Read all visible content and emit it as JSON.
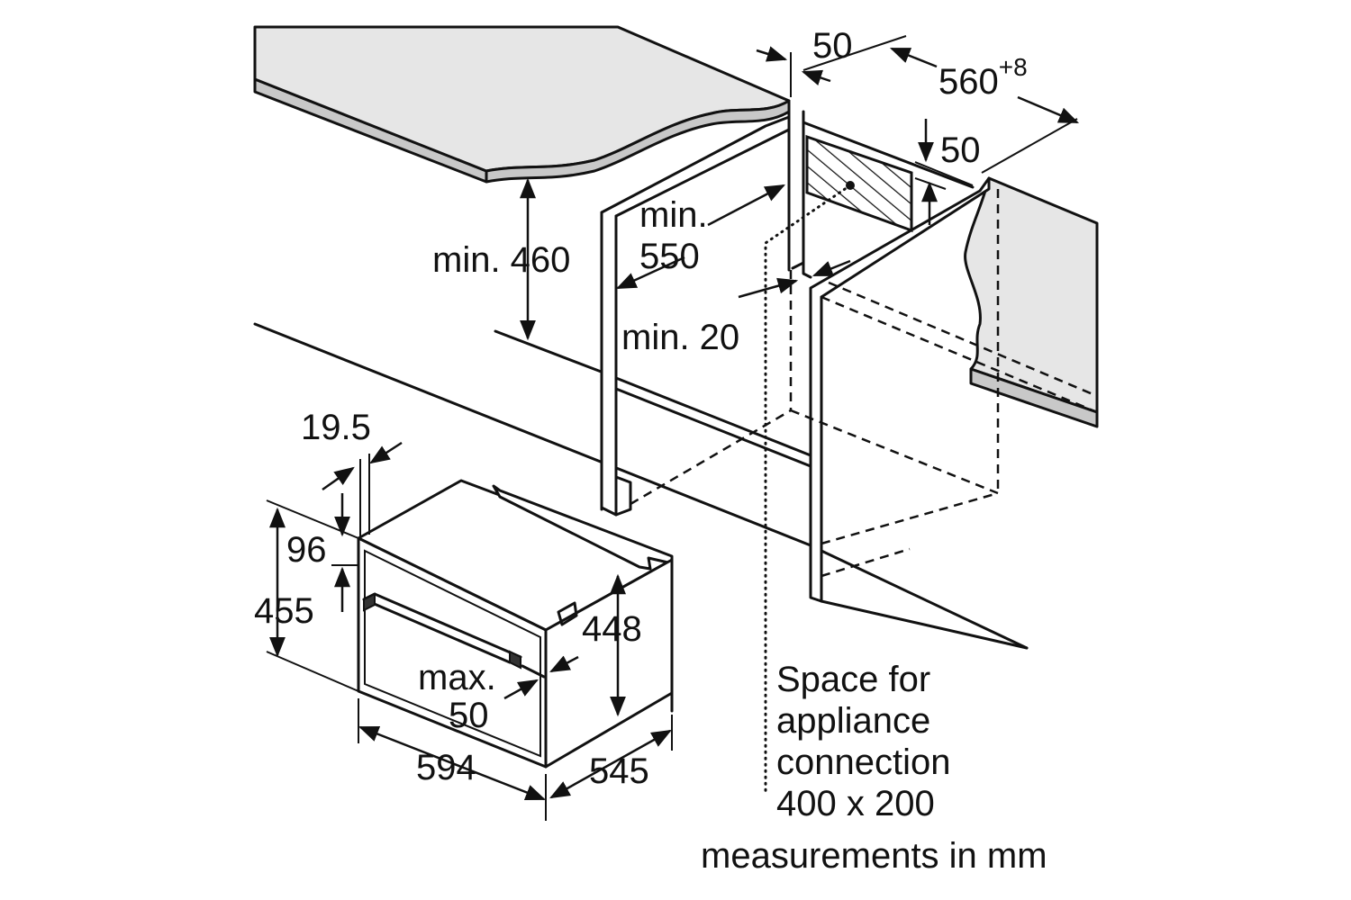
{
  "labels": {
    "w50_top": "50",
    "w560": "560",
    "w560_tol": "+8",
    "h50_right": "50",
    "min460": "min. 460",
    "min550_a": "min.",
    "min550_b": "550",
    "min20": "min. 20",
    "d19_5": "19.5",
    "d96": "96",
    "d455": "455",
    "d448": "448",
    "max50_a": "max.",
    "max50_b": "50",
    "d594": "594",
    "d545": "545"
  },
  "connection_note": {
    "line1": "Space for",
    "line2": "appliance",
    "line3": "connection",
    "line4": "400 x 200"
  },
  "units_note": "measurements in mm"
}
